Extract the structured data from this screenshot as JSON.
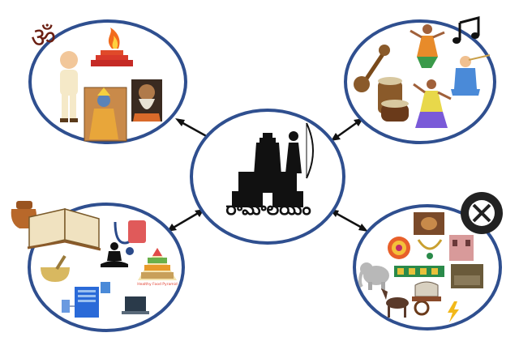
{
  "center": {
    "label": "రామాలయం",
    "icon": "temple-with-rama-silhouette"
  },
  "nodes": [
    {
      "id": "spiritual",
      "icons": [
        "om-symbol",
        "priest-figure",
        "fire-altar",
        "rama-portrait",
        "sadhu-portrait"
      ]
    },
    {
      "id": "arts",
      "icons": [
        "music-note",
        "veena",
        "tabla-drums",
        "dancer",
        "flute-player"
      ]
    },
    {
      "id": "knowledge-health",
      "icons": [
        "clay-pot",
        "open-book",
        "stethoscope",
        "yoga-meditation",
        "mortar-pestle",
        "food-pyramid",
        "server-network"
      ]
    },
    {
      "id": "crafts-livelihood",
      "icons": [
        "gear-tools",
        "pottery",
        "rangoli",
        "jewelry",
        "elephant",
        "horse-cart",
        "bullock-cart",
        "electricity-bolt"
      ]
    }
  ],
  "embedded_text": {
    "food_pyramid_caption": "Healthy Food Pyramid"
  },
  "colors": {
    "ellipse_stroke": "#2f4f8f",
    "arrow": "#111111"
  }
}
